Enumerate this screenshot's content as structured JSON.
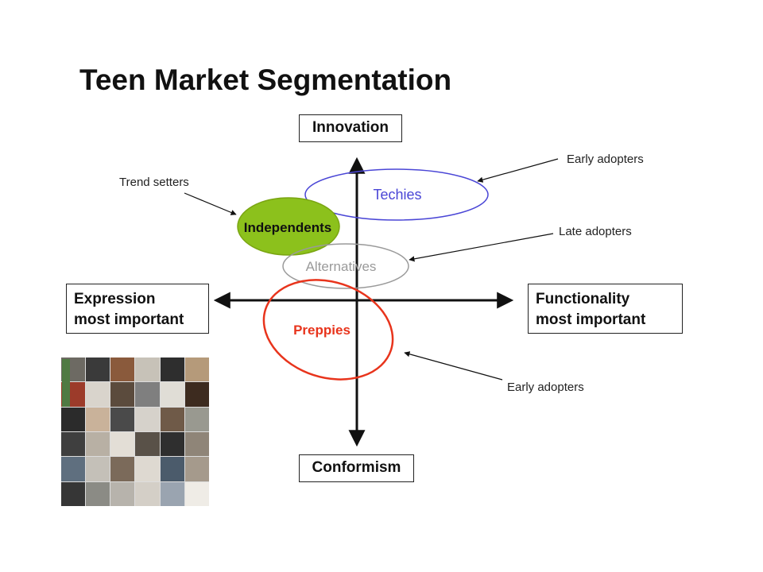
{
  "title": "Teen Market Segmentation",
  "axes": {
    "top": "Innovation",
    "bottom": "Conformism",
    "left_line1": "Expression",
    "left_line2": "most important",
    "right_line1": "Functionality",
    "right_line2": "most important"
  },
  "segments": {
    "techies": "Techies",
    "independents": "Independents",
    "alternatives": "Alternatives",
    "preppies": "Preppies"
  },
  "annotations": {
    "trend_setters": "Trend setters",
    "early_adopters_top": "Early adopters",
    "late_adopters": "Late adopters",
    "early_adopters_bottom": "Early adopters"
  },
  "colors": {
    "techies": "#4a46d6",
    "independents_fill": "#8cc11c",
    "alternatives": "#9a9a9a",
    "preppies": "#e8341c",
    "axis": "#111111"
  },
  "collage": {
    "icon": "product-collage-image",
    "tiles": [
      "#6d6a63",
      "#3a3a3a",
      "#8a5a3c",
      "#c7c2b8",
      "#2e2e2e",
      "#b59a7a",
      "#9c3b2a",
      "#d9d4cc",
      "#5b4b3d",
      "#7f7f7f",
      "#e0ddd6",
      "#3d2b1f",
      "#2b2b2b",
      "#c9b29a",
      "#4a4a4a",
      "#d6d2cb",
      "#6f5a48",
      "#999990",
      "#3f3f3f",
      "#b8b0a4",
      "#e3ded6",
      "#595148",
      "#2f2f2f",
      "#8f8578",
      "#5f6f7f",
      "#c4c0b8",
      "#7b6a5a",
      "#ded9d1",
      "#4b5b6b",
      "#a59a8c",
      "#363636",
      "#8b8b85",
      "#b7b3ac",
      "#d4cfc7",
      "#9aa4b0",
      "#efece6"
    ]
  }
}
